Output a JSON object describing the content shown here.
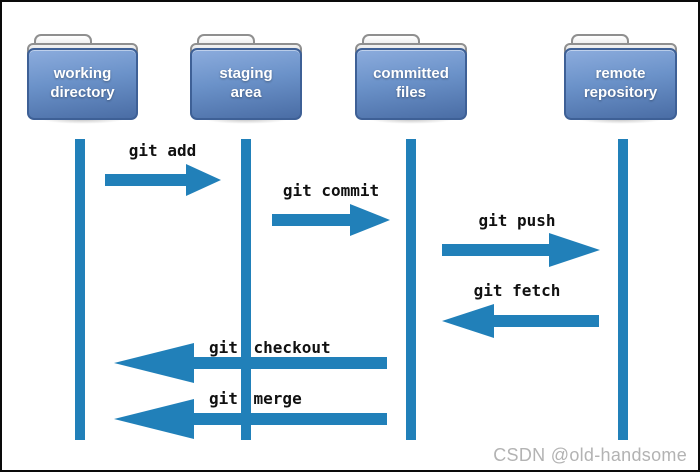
{
  "diagram": {
    "folders": [
      {
        "label": "working directory",
        "lines": [
          "working",
          "directory"
        ]
      },
      {
        "label": "staging area",
        "lines": [
          "staging",
          "area"
        ]
      },
      {
        "label": "committed files",
        "lines": [
          "committed",
          "files"
        ]
      },
      {
        "label": "remote repository",
        "lines": [
          "remote",
          "repository"
        ]
      }
    ],
    "arrows": [
      {
        "label": "git add",
        "direction": "right",
        "from": "working directory",
        "to": "staging area"
      },
      {
        "label": "git commit",
        "direction": "right",
        "from": "staging area",
        "to": "committed files"
      },
      {
        "label": "git push",
        "direction": "right",
        "from": "committed files",
        "to": "remote repository"
      },
      {
        "label": "git fetch",
        "direction": "left",
        "from": "remote repository",
        "to": "committed files"
      },
      {
        "label": "git checkout",
        "direction": "left",
        "from": "committed files",
        "to": "working directory"
      },
      {
        "label": "git merge",
        "direction": "left",
        "from": "committed files",
        "to": "working directory"
      }
    ],
    "watermark": "CSDN @old-handsome",
    "colors": {
      "accent_blue": "#2180b9",
      "folder_blue_top": "#8cacdd",
      "folder_blue_bottom": "#4a6da5",
      "folder_border": "#3e6096",
      "label_text": "#111111",
      "watermark_gray": "#b3b3b3"
    }
  }
}
